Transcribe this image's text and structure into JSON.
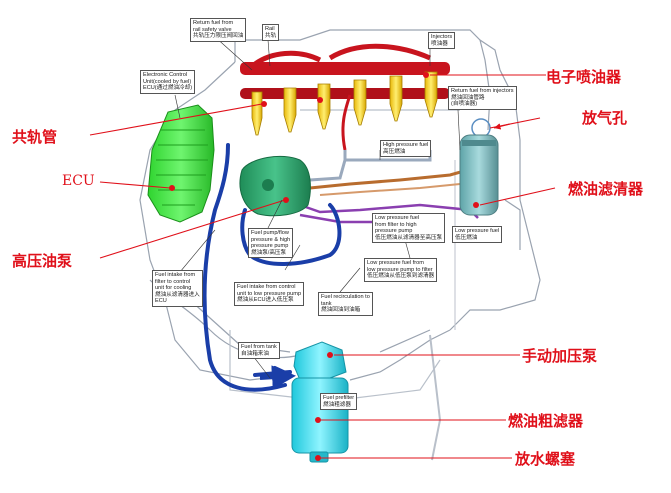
{
  "labels": {
    "injector": "电子喷油器",
    "vent": "放气孔",
    "common_rail": "共轨管",
    "ecu": "ECU",
    "fuel_filter": "燃油滤清器",
    "hp_pump": "高压油泵",
    "hand_pump": "手动加压泵",
    "prefilter": "燃油粗滤器",
    "drain_plug": "放水螺塞"
  },
  "notes": {
    "rail_valve": "Return fuel from\nrail safety valve\n共轨压力限压阀回油",
    "rail": "Rail\n共轨",
    "injectors": "Injectors\n喷油器",
    "ecu_cooling": "Electronic Control\nUnit(cooled by fuel)\nECU(通过燃油冷却)",
    "return_injectors": "Return fuel from injectors\n燃油回油管路\n(自喷油器)",
    "hp_fuel": "High pressure fuel\n高压燃油",
    "lp_filter_to_pump": "Low pressure fuel\nfrom filter to high\npressure pump\n低压燃油从滤清器至高压泵",
    "lp_fuel": "Low pressure fuel\n低压燃油",
    "pump_recirc": "Fuel pump/flow\npressure & high\npressure pump\n燃油泵/高压泵",
    "lp_pump_to_filter": "Low pressure fuel from\nlow pressure pump to filter\n低压燃油从低压泵到滤清器",
    "intake_filter_ecu": "Fuel intake from\nfilter to control\nunit for cooling\n燃油从滤清器进入\nECU",
    "ecu_to_pump": "Fuel intake from control\nunit to low pressure pump\n燃油从ECU进入低压泵",
    "recirculation": "Fuel recirculation to\ntank\n燃油回油到油箱",
    "from_tank": "Fuel from tank\n自油箱来油",
    "prefilter_note": "Fuel prefilter\n燃油粗滤器"
  },
  "colors": {
    "label_red": "#e0101a",
    "rail_red": "#c8141e",
    "injector_yellow": "#f0d21e",
    "ecu_green": "#3fe63f",
    "pump_green": "#2ea56a",
    "filter_teal": "#7fbcc0",
    "prefilter_cyan": "#3fe0f0",
    "fuel_line_blue": "#1a3ea8",
    "lp_line_purple": "#8a3fb0",
    "engine_outline": "#9aa3b0"
  }
}
